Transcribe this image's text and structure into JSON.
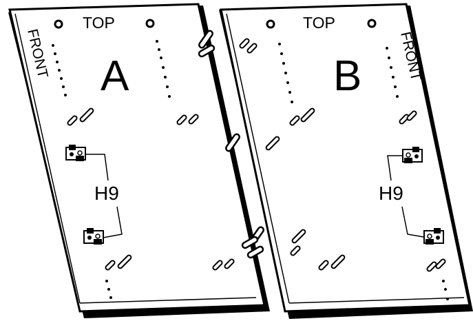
{
  "panels": [
    {
      "letter": "A",
      "top_label": "TOP",
      "front_label": "FRONT",
      "hinge_label": "H9"
    },
    {
      "letter": "B",
      "top_label": "TOP",
      "front_label": "FRONT",
      "hinge_label": "H9"
    }
  ]
}
